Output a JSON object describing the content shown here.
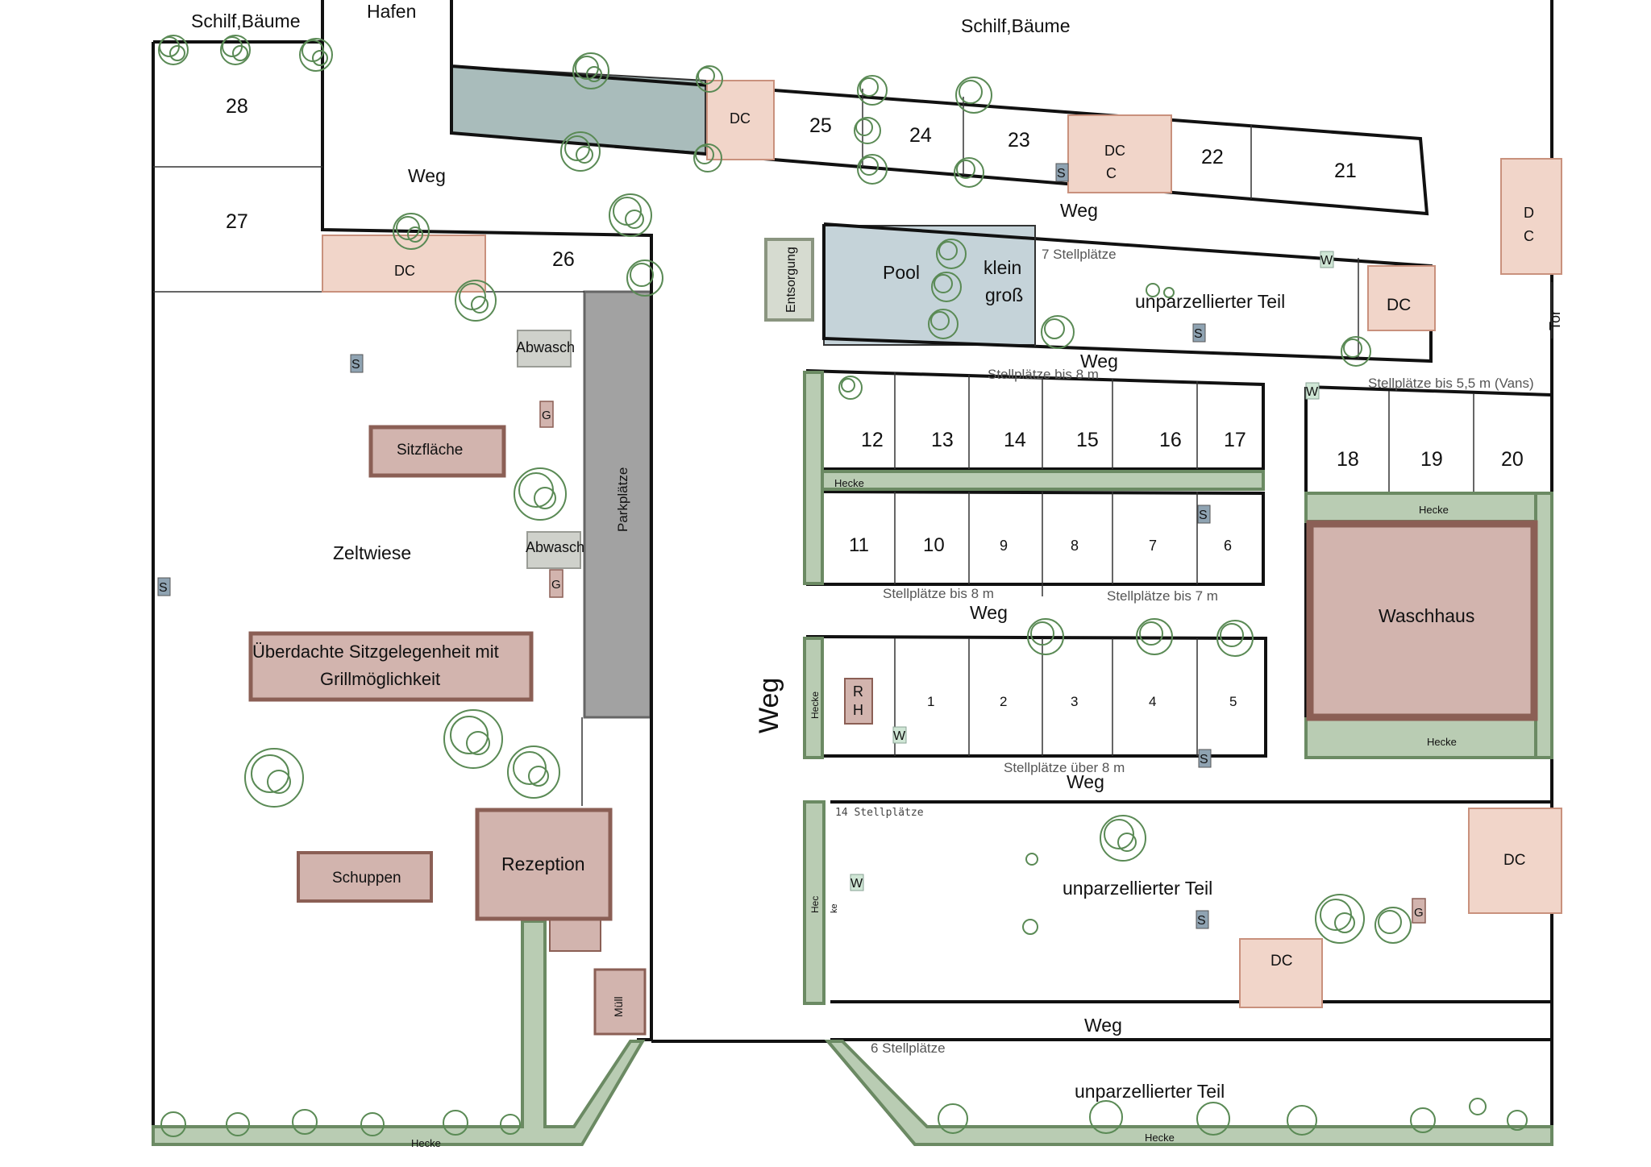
{
  "labels": {
    "reed_trees_left": "Schilf,Bäume",
    "harbor": "Hafen",
    "reed_trees_top": "Schilf,Bäume",
    "path": "Weg",
    "tent_meadow": "Zeltwiese",
    "parking": "Parkplätze",
    "disposal": "Entsorgung",
    "pool": "Pool",
    "pool_small": "klein",
    "pool_large": "groß",
    "seven_spots": "7 Stellplätze",
    "unparcelled": "unparzellierter Teil",
    "gate": "Tor",
    "spots_8m": "Stellplätze bis 8 m",
    "spots_5_5m": "Stellplätze bis 5,5 m (Vans)",
    "spots_7m": "Stellplätze bis 7 m",
    "spots_over_8m": "Stellplätze über 8 m",
    "hedge": "Hecke",
    "hedge_split_1": "Hec",
    "hedge_split_2": "ke",
    "washhouse": "Waschhaus",
    "fourteen_spots": "14 Stellplätze",
    "six_spots": "6 Stellplätze",
    "seating_area": "Sitzfläche",
    "covered_seating_1": "Überdachte Sitzgelegenheit mit",
    "covered_seating_2": "Grillmöglichkeit",
    "shed": "Schuppen",
    "reception": "Rezeption",
    "waste": "Müll",
    "dishwashing": "Abwasch",
    "dc": "DC",
    "dc_d": "D",
    "dc_c": "C",
    "s": "S",
    "w": "W",
    "g": "G",
    "rh_r": "R",
    "rh_h": "H"
  },
  "pitches": {
    "p28": "28",
    "p27": "27",
    "p26": "26",
    "p25": "25",
    "p24": "24",
    "p23": "23",
    "p22": "22",
    "p21": "21",
    "p12": "12",
    "p13": "13",
    "p14": "14",
    "p15": "15",
    "p16": "16",
    "p17": "17",
    "p18": "18",
    "p19": "19",
    "p20": "20",
    "p11": "11",
    "p10": "10",
    "p9": "9",
    "p8": "8",
    "p7": "7",
    "p6": "6",
    "p1": "1",
    "p2": "2",
    "p3": "3",
    "p4": "4",
    "p5": "5"
  },
  "colors": {
    "hedge": "#b9ccb3",
    "hedge_border": "#6b8a63",
    "building": "#d2b4ae",
    "building_border": "#8b5f55",
    "dc": "#f1d5c9",
    "dc_border": "#c9917d",
    "pool": "#c5d3d9",
    "harbor_block": "#a9bcbb",
    "parking": "#a2a2a2",
    "tree": "#5a8a55",
    "sign": "#8fa3b2",
    "water_sign": "#cfe6d5"
  }
}
